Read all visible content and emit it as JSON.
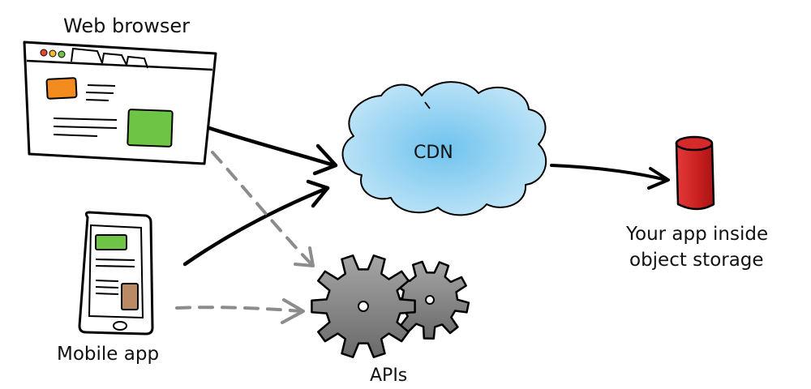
{
  "labels": {
    "web_browser": "Web browser",
    "cdn": "CDN",
    "storage_line1": "Your app inside",
    "storage_line2": "object storage",
    "mobile_app": "Mobile app",
    "apis": "APIs"
  },
  "colors": {
    "cdn_cloud": "#a9dbf4",
    "storage_cylinder": "#d62a2a",
    "browser_orange_box": "#f28c1e",
    "browser_green_box": "#6ec445",
    "mobile_green_box": "#6ec445",
    "mobile_brown_box": "#b98a63",
    "gears": "#8a8a8a",
    "solid_arrows": "#000000",
    "dashed_arrows": "#8c8c8c"
  },
  "icons": {
    "browser": "web-browser-window-icon",
    "mobile": "mobile-device-icon",
    "cdn": "cloud-icon",
    "storage": "cylinder-storage-icon",
    "apis": "gears-icon"
  }
}
